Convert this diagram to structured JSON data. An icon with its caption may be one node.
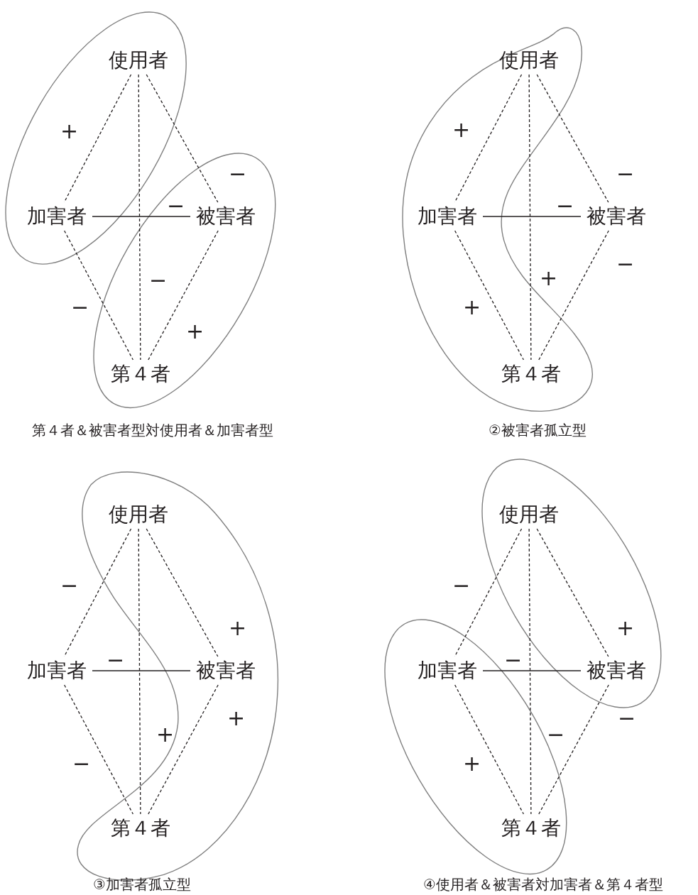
{
  "diagram": {
    "nodes": [
      {
        "text": [],
        "shape": "ellipse"
      },
      {
        "text": [
          "使用者"
        ],
        "in": 0
      },
      {
        "text": [
          "加害者"
        ],
        "in": 0
      },
      {
        "text": [],
        "shape": "ellipse"
      },
      {
        "text": [
          "被害者"
        ],
        "in": 3
      },
      {
        "text": [
          "第４者"
        ],
        "in": 3
      },
      {
        "text": [],
        "shape": "blob"
      },
      {
        "text": [
          "使用者"
        ],
        "in": 6
      },
      {
        "text": [
          "加害者"
        ],
        "in": 6
      },
      {
        "text": [
          "被害者"
        ]
      },
      {
        "text": [
          "第４者"
        ],
        "in": 6
      },
      {
        "text": [],
        "shape": "blob"
      },
      {
        "text": [
          "使用者"
        ],
        "in": 11
      },
      {
        "text": [
          "加害者"
        ]
      },
      {
        "text": [
          "被害者"
        ],
        "in": 11
      },
      {
        "text": [
          "第４者"
        ],
        "in": 11
      },
      {
        "text": [],
        "shape": "ellipse"
      },
      {
        "text": [
          "使用者"
        ],
        "in": 16
      },
      {
        "text": [
          "被害者"
        ],
        "in": 16
      },
      {
        "text": [],
        "shape": "ellipse"
      },
      {
        "text": [
          "加害者"
        ],
        "in": 19
      },
      {
        "text": [
          "第４者"
        ],
        "in": 19
      }
    ],
    "edges": [
      {
        "from": 1,
        "to": 2,
        "arrow": "none",
        "style": "dashed",
        "label": "+"
      },
      {
        "from": 1,
        "to": 4,
        "arrow": "none",
        "style": "dashed",
        "label": "−"
      },
      {
        "from": 1,
        "to": 5,
        "arrow": "none",
        "style": "dashed",
        "label": "−"
      },
      {
        "from": 2,
        "to": 4,
        "arrow": "none",
        "label": "−"
      },
      {
        "from": 2,
        "to": 5,
        "arrow": "none",
        "style": "dashed",
        "label": "−"
      },
      {
        "from": 4,
        "to": 5,
        "arrow": "none",
        "style": "dashed",
        "label": "+"
      },
      {
        "from": 7,
        "to": 8,
        "arrow": "none",
        "style": "dashed",
        "label": "+"
      },
      {
        "from": 7,
        "to": 9,
        "arrow": "none",
        "style": "dashed",
        "label": "−"
      },
      {
        "from": 7,
        "to": 10,
        "arrow": "none",
        "style": "dashed",
        "label": "+"
      },
      {
        "from": 8,
        "to": 9,
        "arrow": "none",
        "label": "−"
      },
      {
        "from": 8,
        "to": 10,
        "arrow": "none",
        "style": "dashed",
        "label": "+"
      },
      {
        "from": 9,
        "to": 10,
        "arrow": "none",
        "style": "dashed",
        "label": "−"
      },
      {
        "from": 12,
        "to": 13,
        "arrow": "none",
        "style": "dashed",
        "label": "−"
      },
      {
        "from": 12,
        "to": 14,
        "arrow": "none",
        "style": "dashed",
        "label": "+"
      },
      {
        "from": 12,
        "to": 15,
        "arrow": "none",
        "style": "dashed",
        "label": "+"
      },
      {
        "from": 13,
        "to": 14,
        "arrow": "none",
        "label": "−"
      },
      {
        "from": 13,
        "to": 15,
        "arrow": "none",
        "style": "dashed",
        "label": "−"
      },
      {
        "from": 14,
        "to": 15,
        "arrow": "none",
        "style": "dashed",
        "label": "+"
      },
      {
        "from": 17,
        "to": 20,
        "arrow": "none",
        "style": "dashed",
        "label": "−"
      },
      {
        "from": 17,
        "to": 18,
        "arrow": "none",
        "style": "dashed",
        "label": "+"
      },
      {
        "from": 17,
        "to": 21,
        "arrow": "none",
        "style": "dashed",
        "label": "−"
      },
      {
        "from": 20,
        "to": 18,
        "arrow": "none",
        "label": "−"
      },
      {
        "from": 20,
        "to": 21,
        "arrow": "none",
        "style": "dashed",
        "label": "+"
      },
      {
        "from": 18,
        "to": 21,
        "arrow": "none",
        "style": "dashed",
        "label": "−"
      }
    ],
    "labels": [
      "第４者＆被害者型対使用者＆加害者型",
      "②被害者孤立型",
      "③加害者孤立型",
      "④使用者＆被害者対加害者＆第４者型"
    ]
  }
}
